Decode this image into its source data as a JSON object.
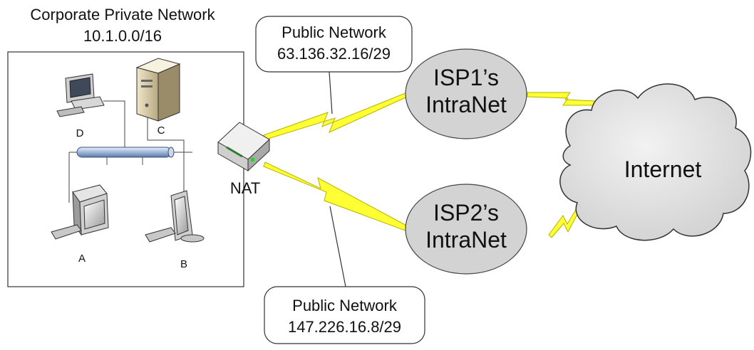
{
  "corporate": {
    "title": "Corporate Private Network",
    "subnet": "10.1.0.0/16"
  },
  "hosts": {
    "a": "A",
    "b": "B",
    "c": "C",
    "d": "D"
  },
  "nat": {
    "label": "NAT"
  },
  "public1": {
    "title": "Public Network",
    "subnet": "63.136.32.16/29"
  },
  "public2": {
    "title": "Public Network",
    "subnet": "147.226.16.8/29"
  },
  "isp1": {
    "line1": "ISP1’s",
    "line2": "IntraNet"
  },
  "isp2": {
    "line1": "ISP2’s",
    "line2": "IntraNet"
  },
  "internet": {
    "label": "Internet"
  },
  "colors": {
    "link": "#ffff33",
    "link_outline": "#b3b300",
    "cloud": "#dcdcdc",
    "bus": "#b8cde8"
  }
}
